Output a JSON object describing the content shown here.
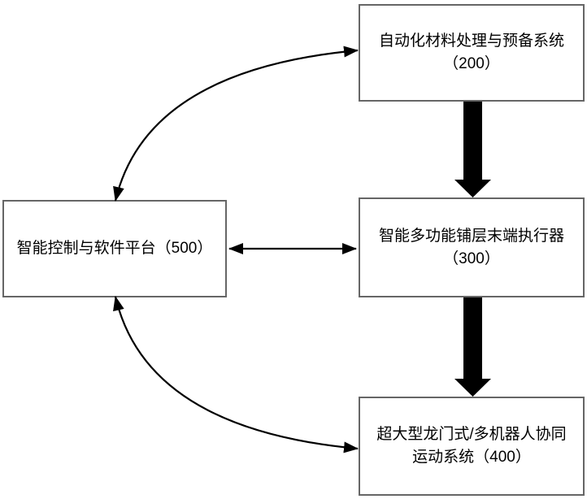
{
  "diagram": {
    "background_color": "#ffffff",
    "box_border_color": "#666666",
    "text_color": "#000000",
    "arrow_color": "#000000",
    "nodes": {
      "n200": {
        "line1": "自动化材料处理与预备系统",
        "line2": "（200）"
      },
      "n500": {
        "line1": "智能控制与软件平台（500）"
      },
      "n300": {
        "line1": "智能多功能铺层末端执行器",
        "line2": "（300）"
      },
      "n400": {
        "line1": "超大型龙门式/多机器人协同",
        "line2": "运动系统（400）"
      }
    },
    "edges": [
      {
        "from": "智能控制与软件平台（500）",
        "to": "自动化材料处理与预备系统（200）",
        "type": "curved-double-headed-arrow"
      },
      {
        "from": "自动化材料处理与预备系统（200）",
        "to": "智能多功能铺层末端执行器（300）",
        "type": "thick-down-arrow"
      },
      {
        "from": "智能控制与软件平台（500）",
        "to": "智能多功能铺层末端执行器（300）",
        "type": "straight-double-headed-arrow"
      },
      {
        "from": "智能多功能铺层末端执行器（300）",
        "to": "超大型龙门式/多机器人协同运动系统（400）",
        "type": "thick-down-arrow"
      },
      {
        "from": "智能控制与软件平台（500）",
        "to": "超大型龙门式/多机器人协同运动系统（400）",
        "type": "curved-double-headed-arrow"
      }
    ]
  }
}
